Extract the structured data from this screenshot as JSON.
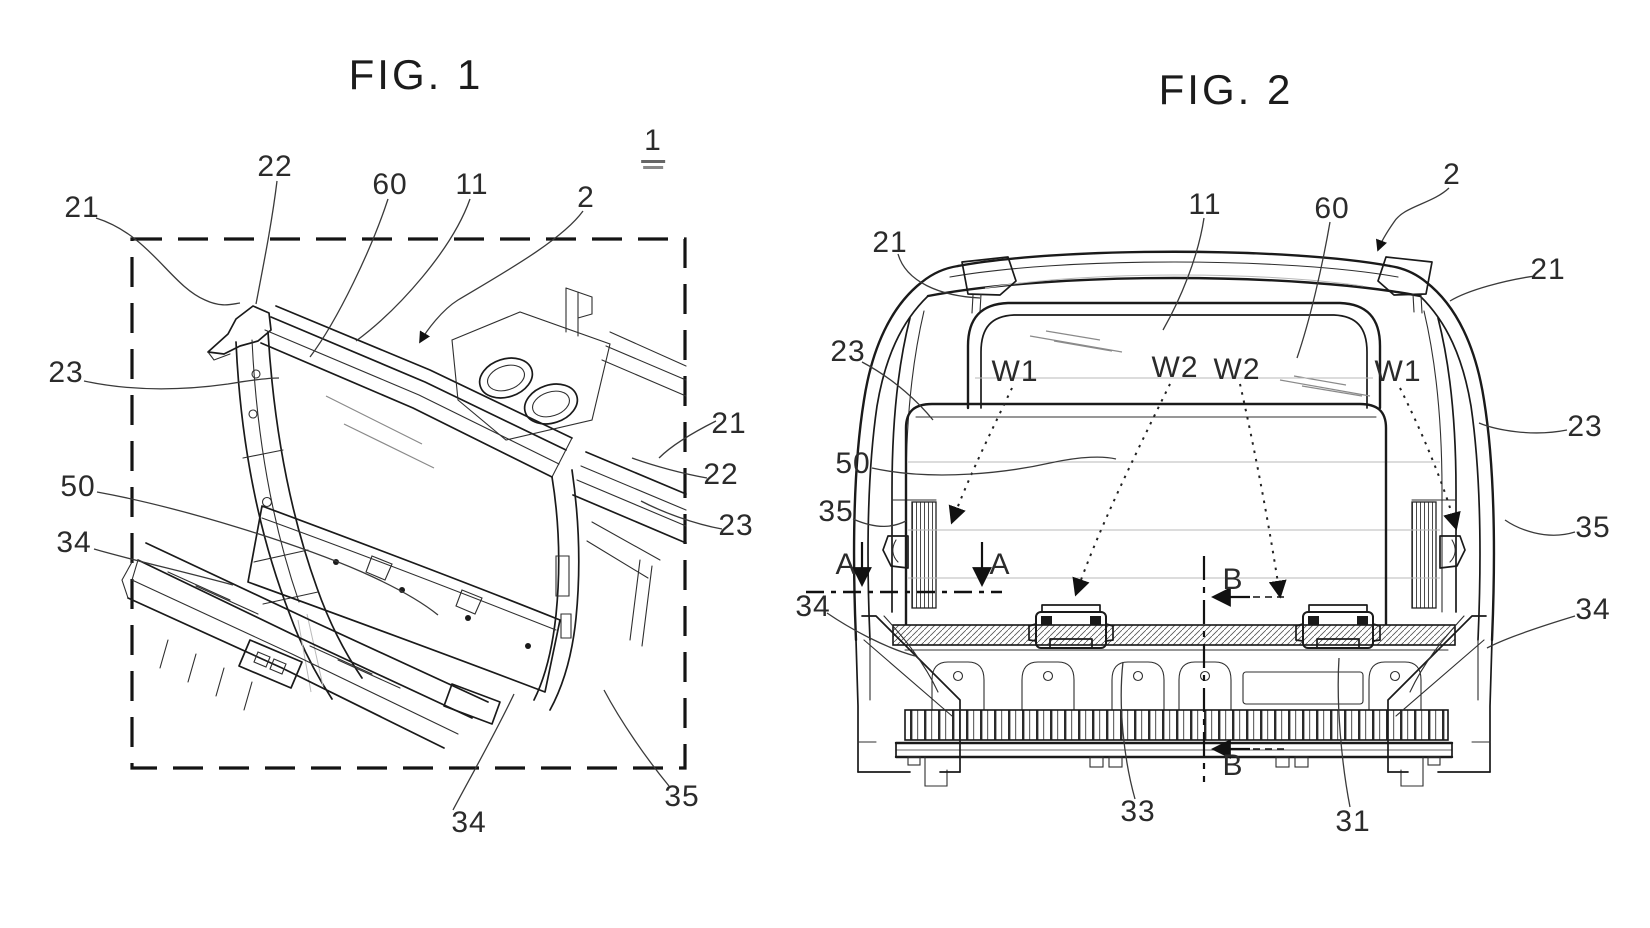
{
  "sheet": {
    "paper_color": "#ffffff",
    "ink_color": "#1a1a1a"
  },
  "figure1": {
    "title": "FIG. 1",
    "labels": [
      {
        "id": "assembly-1",
        "text": "1"
      },
      {
        "id": "ref-21-topleft",
        "text": "21"
      },
      {
        "id": "ref-22-top",
        "text": "22"
      },
      {
        "id": "ref-60-top",
        "text": "60"
      },
      {
        "id": "ref-11-top",
        "text": "11"
      },
      {
        "id": "ref-2-top",
        "text": "2"
      },
      {
        "id": "ref-23-left",
        "text": "23"
      },
      {
        "id": "ref-50-left",
        "text": "50"
      },
      {
        "id": "ref-34-left",
        "text": "34"
      },
      {
        "id": "ref-21-right",
        "text": "21"
      },
      {
        "id": "ref-22-right",
        "text": "22"
      },
      {
        "id": "ref-23-right",
        "text": "23"
      },
      {
        "id": "ref-34-bottom",
        "text": "34"
      },
      {
        "id": "ref-35-bottom",
        "text": "35"
      }
    ]
  },
  "figure2": {
    "title": "FIG. 2",
    "labels": [
      {
        "id": "ref-2",
        "text": "2"
      },
      {
        "id": "ref-11",
        "text": "11"
      },
      {
        "id": "ref-60",
        "text": "60"
      },
      {
        "id": "ref-21-left",
        "text": "21"
      },
      {
        "id": "ref-21-right",
        "text": "21"
      },
      {
        "id": "ref-23-left",
        "text": "23"
      },
      {
        "id": "ref-23-right",
        "text": "23"
      },
      {
        "id": "ref-w1-left",
        "text": "W1"
      },
      {
        "id": "ref-w2-left",
        "text": "W2"
      },
      {
        "id": "ref-w2-right",
        "text": "W2"
      },
      {
        "id": "ref-w1-right",
        "text": "W1"
      },
      {
        "id": "ref-50",
        "text": "50"
      },
      {
        "id": "ref-35-left",
        "text": "35"
      },
      {
        "id": "ref-35-right",
        "text": "35"
      },
      {
        "id": "ref-34-left",
        "text": "34"
      },
      {
        "id": "ref-34-right",
        "text": "34"
      },
      {
        "id": "section-a-left",
        "text": "A"
      },
      {
        "id": "section-a-right",
        "text": "A"
      },
      {
        "id": "section-b-top",
        "text": "B"
      },
      {
        "id": "section-b-bottom",
        "text": "B"
      },
      {
        "id": "ref-33",
        "text": "33"
      },
      {
        "id": "ref-31",
        "text": "31"
      }
    ]
  }
}
